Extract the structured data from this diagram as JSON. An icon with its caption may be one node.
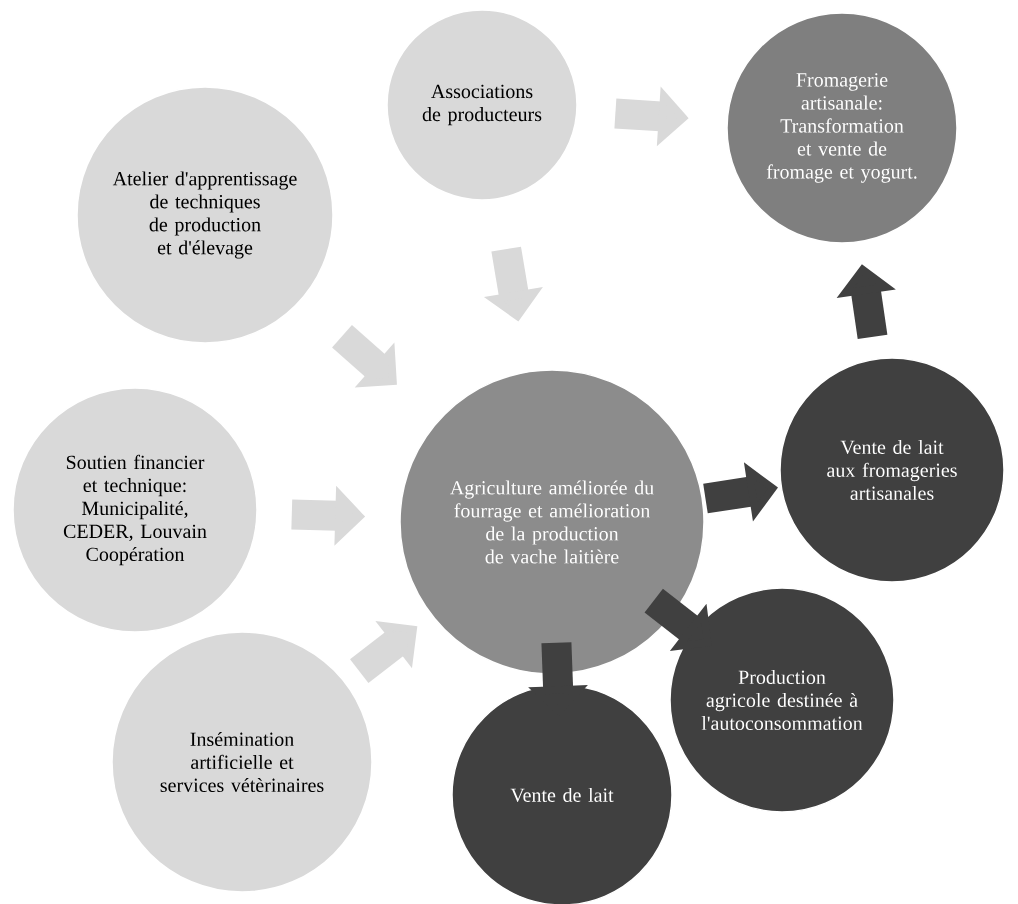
{
  "diagram": {
    "nodes": [
      {
        "text": [
          "Associations de producteurs"
        ]
      },
      {
        "text": [
          "Fromagerie artisanale: Transformation et vente de fromage et yogurt."
        ]
      },
      {
        "text": [
          "Atelier d'apprentissage de techniques de production et d'élevage"
        ]
      },
      {
        "text": [
          "Soutien financier et technique: Municipalité, CEDER, Louvain Coopération"
        ]
      },
      {
        "text": [
          "Agriculture améliorée du fourrage et amélioration de la production de vache laitière"
        ]
      },
      {
        "text": [
          "Vente de lait aux fromageries artisanales"
        ]
      },
      {
        "text": [
          "Production agricole destinée à l'autoconsommation"
        ]
      },
      {
        "text": [
          "Insémination artificielle et services vétèrinaires"
        ]
      },
      {
        "text": [
          "Vente de lait"
        ]
      }
    ],
    "edges": [
      {
        "from": 0,
        "to": 1,
        "arrow": "to"
      },
      {
        "from": 0,
        "to": 4,
        "arrow": "to"
      },
      {
        "from": 2,
        "to": 4,
        "arrow": "to"
      },
      {
        "from": 3,
        "to": 4,
        "arrow": "to"
      },
      {
        "from": 7,
        "to": 4,
        "arrow": "to"
      },
      {
        "from": 4,
        "to": 5,
        "arrow": "to",
        "color": "#404040"
      },
      {
        "from": 5,
        "to": 1,
        "arrow": "to",
        "color": "#404040"
      },
      {
        "from": 4,
        "to": 6,
        "arrow": "to",
        "color": "#404040"
      },
      {
        "from": 4,
        "to": 8,
        "arrow": "to",
        "color": "#404040"
      }
    ]
  }
}
